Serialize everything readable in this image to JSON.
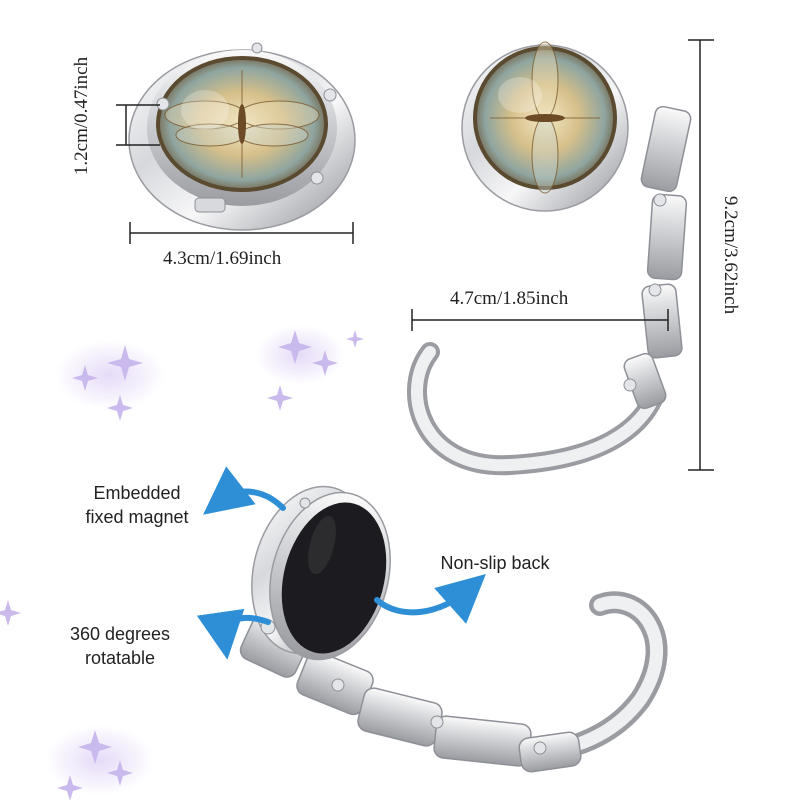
{
  "dimensions": {
    "top_height": "1.2cm/0.47inch",
    "top_width": "4.3cm/1.69inch",
    "hook_width": "4.7cm/1.85inch",
    "hook_length": "9.2cm/3.62inch"
  },
  "features": {
    "magnet_line1": "Embedded",
    "magnet_line2": "fixed magnet",
    "back": "Non-slip back",
    "rotate_line1": "360 degrees",
    "rotate_line2": "rotatable"
  },
  "colors": {
    "arrow": "#2e8fd6",
    "metal_light": "#f2f2f4",
    "metal_dark": "#8d9096",
    "magnet": "#1c1c20",
    "sparkle": "#b9a2e6"
  },
  "icons": [
    "dragonfly-art-icon",
    "curved-arrow-icon",
    "sparkle-icon"
  ]
}
